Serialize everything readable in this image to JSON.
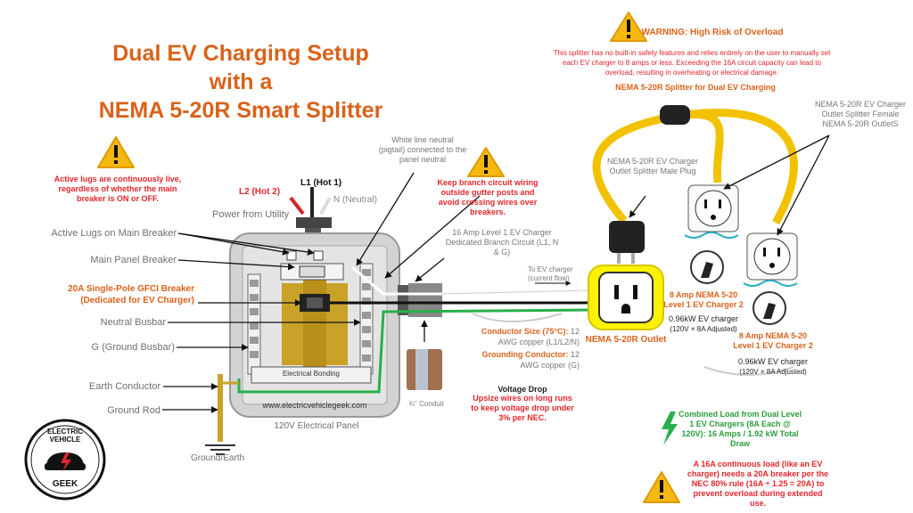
{
  "title": {
    "line1": "Dual EV Charging Setup with a",
    "line2": "NEMA 5-20R Smart Splitter"
  },
  "warning_top": {
    "heading": "WARNING: High Risk of Overload",
    "body": "This splitter has no built-in safety features and relies entirely on the user to manually set each EV charger to 8 amps or less. Exceeding the 16A circuit capacity can lead to overload, resulting in overheating or electrical damage."
  },
  "splitter_title": "NEMA 5-20R Splitter for Dual EV Charging",
  "splitter_female": "NEMA 5-20R EV Charger Outlet Splitter Female NEMA 5-20R OutletS",
  "splitter_male": "NEMA 5-20R EV Charger Outlet Splitter Male Plug",
  "warning_lugs": "Active lugs are continuously live, regardless of whether the main breaker is ON or OFF.",
  "warning_wiring": "Keep branch circuit wiring outside gutter posts and avoid crossing wires over breakers.",
  "neutral_note": "White line neutral (pigtail) connected to the panel neutral",
  "wires": {
    "l1": "L1 (Hot 1)",
    "l2": "L2 (Hot 2)",
    "n": "N (Neutral)"
  },
  "labels": {
    "power_utility": "Power from Utility",
    "active_lugs": "Active Lugs on Main Breaker",
    "main_breaker": "Main Panel Breaker",
    "gfci": "20A Single-Pole GFCI Breaker (Dedicated for EV Charger)",
    "neutral_busbar": "Neutral Busbar",
    "ground_busbar": "G (Ground Busbar)",
    "earth_conductor": "Earth Conductor",
    "ground_rod": "Ground Rod",
    "ground_earth": "Ground/Earth",
    "panel": "120V Electrical Panel",
    "bonding": "Electrical Bonding",
    "website": "www.electricvehiclegeek.com",
    "branch": "16 Amp Level 1 EV Charger Dedicated Branch Circuit (L1, N & G)",
    "to_charger": "To EV charger (current flow)",
    "conductor_size_head": "Conductor Size (75°C):",
    "conductor_size_val": "12 AWG copper (L1/L2/N)",
    "grounding_head": "Grounding Conductor:",
    "grounding_val": "12 AWG copper (G)",
    "conduit": "¾\" Conduit",
    "voltage_drop_head": "Voltage Drop",
    "voltage_drop_body": "Upsize wires on long runs to keep voltage drop under 3% per NEC.",
    "outlet": "NEMA 5-20R Outlet"
  },
  "charger_a": {
    "name": "8 Amp NEMA 5-20 Level 1 EV Charger 2",
    "power": "0.96kW EV charger",
    "detail": "(120V × 8A Adjusted)"
  },
  "charger_b": {
    "name": "8 Amp NEMA 5-20 Level 1 EV Charger 2",
    "power": "0.96kW EV charger",
    "detail": "(120V × 8A Adjusted)"
  },
  "combined": "Combined Load from Dual Level 1 EV Chargers (8A Each @ 120V): 16 Amps / 1.92 kW Total Draw",
  "nec_note": "A 16A continuous load (like an EV charger) needs a 20A breaker per the NEC 80% rule (16A ÷ 1.25 = 20A) to prevent overload during extended use.",
  "logo": {
    "top": "ELECTRIC VEHICLE",
    "bottom": "GEEK"
  },
  "colors": {
    "title": "#d9621a",
    "warning": "#e0262b",
    "accent_green": "#2a9d3a",
    "cable_yellow": "#f2c200",
    "panel_gray": "#cfcfcf"
  }
}
